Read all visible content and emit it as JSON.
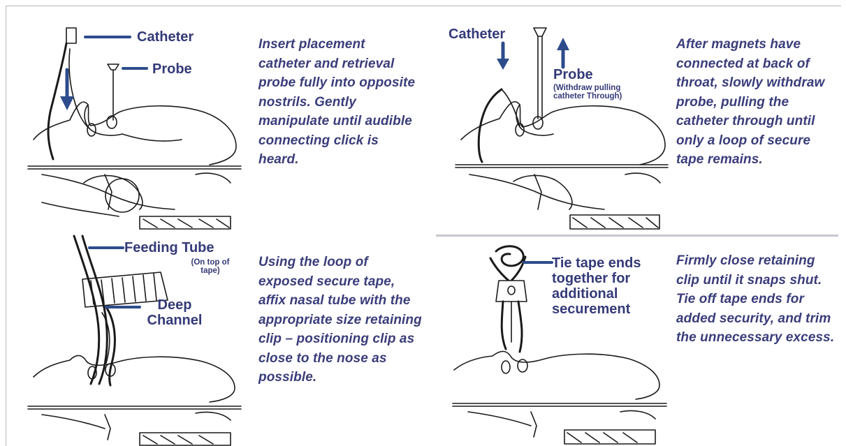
{
  "panels": [
    {
      "labels": {
        "catheter": "Catheter",
        "probe": "Probe"
      },
      "description": "Insert placement catheter and retrieval probe fully into opposite nostrils. Gently manipulate until audible connecting click is heard."
    },
    {
      "labels": {
        "catheter": "Catheter",
        "probe": "Probe",
        "probe_note": "(Withdraw pulling catheter Through)"
      },
      "description": "After magnets have connected at back of throat, slowly withdraw probe, pulling the catheter through until only a loop of secure tape remains."
    },
    {
      "labels": {
        "feeding_tube": "Feeding Tube",
        "feeding_tube_note": "(On top of tape)",
        "deep_channel": "Deep Channel"
      },
      "description": "Using the loop of exposed secure tape, affix nasal tube with the appropriate size retaining clip – positioning clip as close to the nose as possible."
    },
    {
      "labels": {
        "tie_tape": "Tie tape ends together for additional securement"
      },
      "description": "Firmly close retaining clip until it snaps shut. Tie off tape ends for added security, and trim the unnecessary excess."
    }
  ],
  "colors": {
    "text": "#3a3d7a",
    "label": "#343a78",
    "arrow": "#2d4c8c",
    "line_art": "#1a1a1a"
  }
}
